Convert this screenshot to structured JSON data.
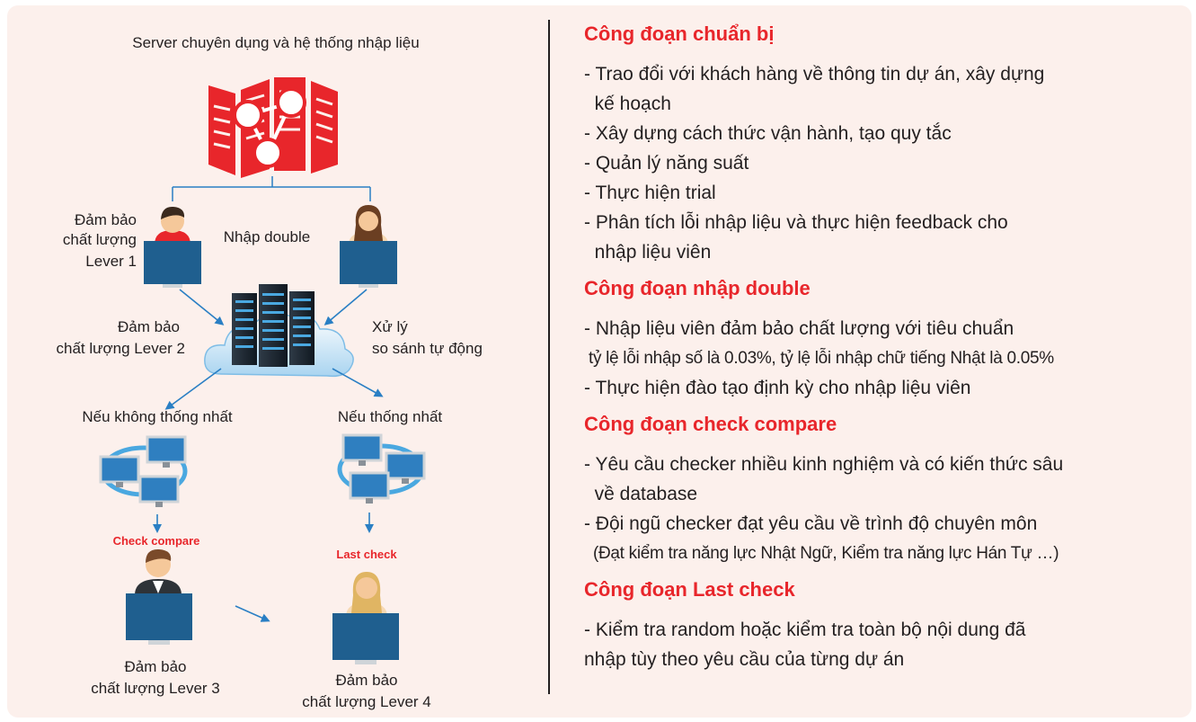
{
  "diagram": {
    "server_title": "Server chuyên dụng và hệ thống nhập liệu",
    "qa1": [
      "Đảm bảo",
      "chất lượng",
      "Lever 1"
    ],
    "double_label": "Nhập double",
    "qa2": [
      "Đảm bảo",
      "chất lượng Lever 2"
    ],
    "auto_compare": [
      "Xử lý",
      "so sánh tự động"
    ],
    "not_match": "Nếu không thống nhất",
    "match": "Nếu thống nhất",
    "check_compare": "Check compare",
    "last_check": "Last check",
    "qa3": [
      "Đảm bảo",
      "chất lượng Lever 3"
    ],
    "qa4": [
      "Đảm bảo",
      "chất lượng Lever 4"
    ]
  },
  "sections": [
    {
      "title": "Công đoạn chuẩn bị",
      "items": [
        "- Trao đổi với khách hàng về thông tin dự án, xây dựng",
        "  kế hoạch",
        "- Xây dựng cách thức vận hành, tạo quy tắc",
        "- Quản lý năng suất",
        "- Thực hiện trial",
        "- Phân tích lỗi nhập liệu và thực hiện feedback cho",
        "  nhập liệu viên"
      ]
    },
    {
      "title": "Công đoạn nhập double",
      "items": [
        "- Nhập liệu viên đảm bảo chất lượng với tiêu chuẩn",
        " tỷ lệ lỗi nhập số là 0.03%, tỷ lệ lỗi nhập chữ tiếng Nhật là 0.05%",
        "- Thực hiện đào tạo định kỳ cho nhập liệu viên"
      ]
    },
    {
      "title": "Công đoạn check compare",
      "items": [
        "- Yêu cầu checker nhiều kinh nghiệm và có kiến thức sâu",
        "  về database",
        "- Đội ngũ checker đạt yêu cầu về trình độ chuyên môn",
        "  (Đạt kiểm tra năng lực Nhật Ngữ, Kiểm tra năng lực Hán Tự …)"
      ]
    },
    {
      "title": "Công đoạn Last check",
      "items": [
        "- Kiểm tra random hoặc kiểm tra toàn bộ nội dung đã",
        "nhập tùy theo yêu cầu của từng dự án"
      ]
    }
  ],
  "colors": {
    "accent_red": "#e8262b",
    "monitor_blue": "#1f5f8f",
    "arrow_blue": "#2a7fc4",
    "background": "#fcf0ec"
  }
}
